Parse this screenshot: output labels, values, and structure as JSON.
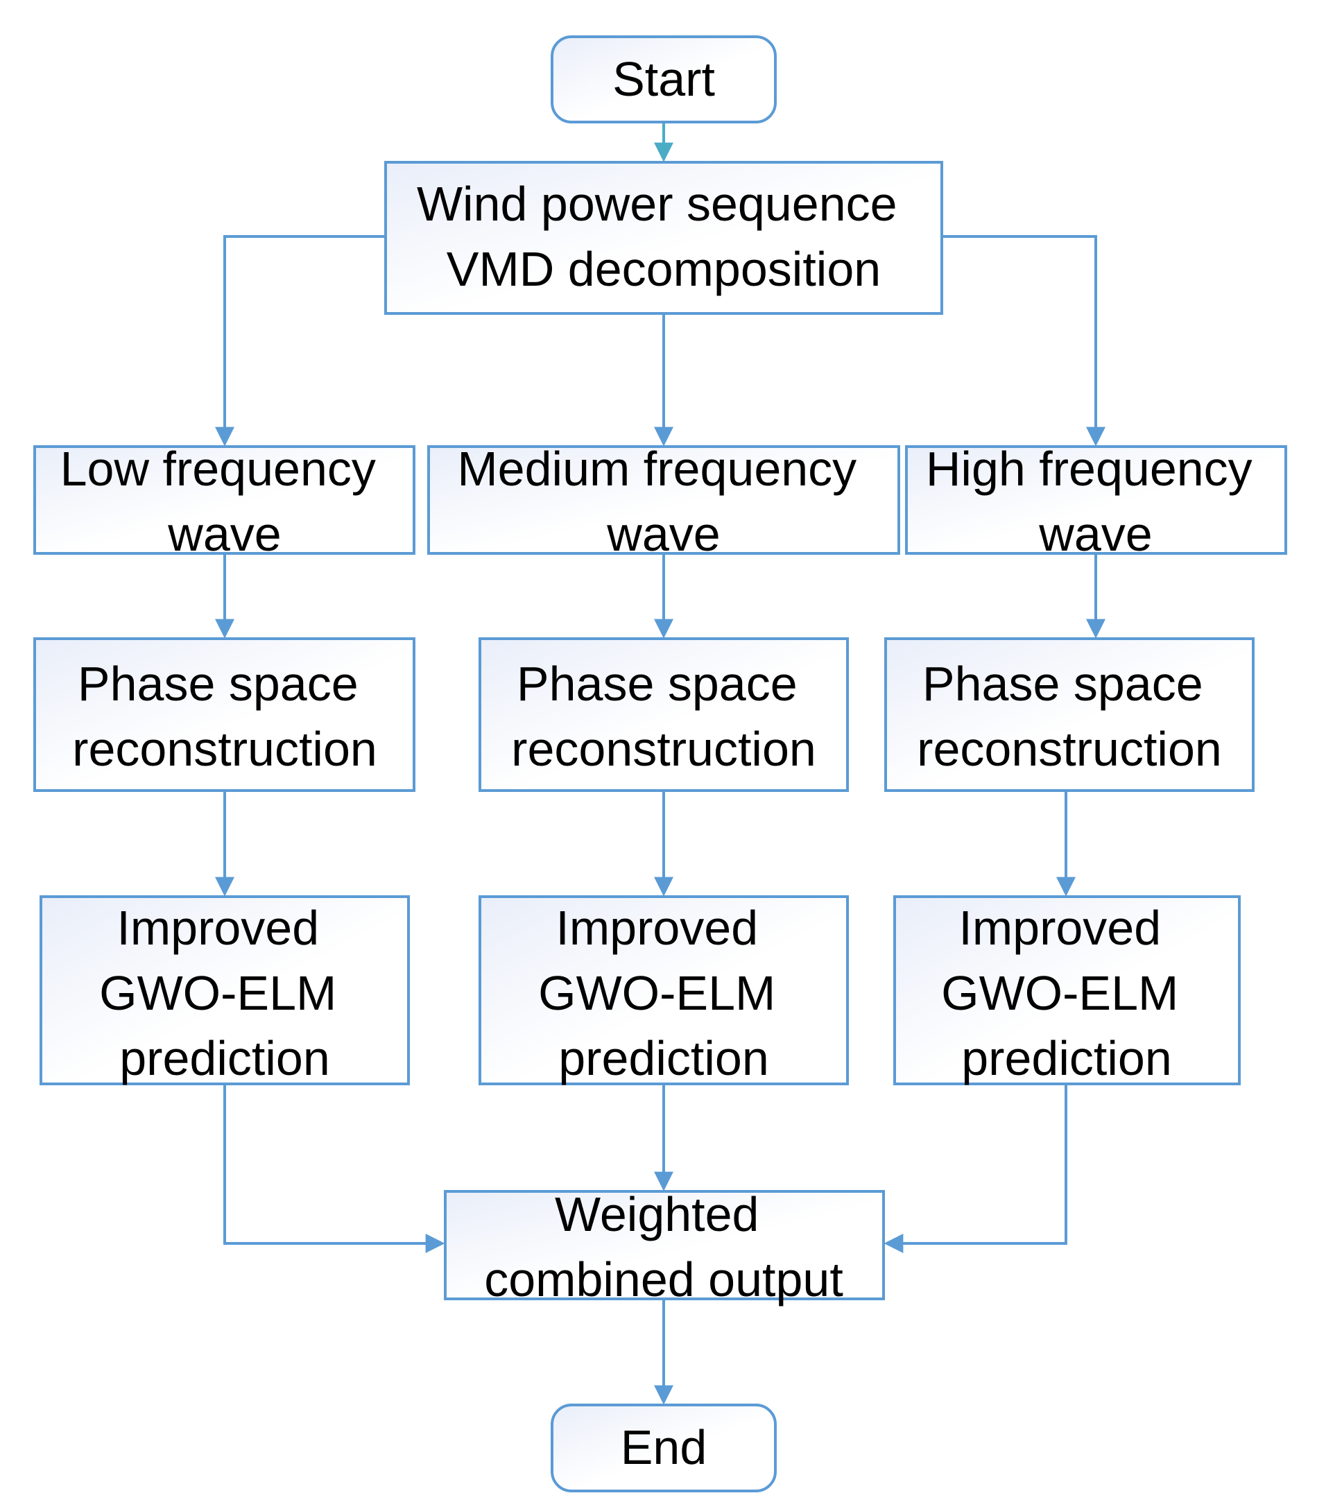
{
  "nodes": {
    "start": {
      "lines": [
        "Start"
      ]
    },
    "vmd": {
      "lines": [
        "Wind power sequence",
        "VMD decomposition"
      ]
    },
    "low_wave": {
      "lines": [
        "Low frequency",
        "wave"
      ]
    },
    "med_wave": {
      "lines": [
        "Medium frequency",
        "wave"
      ]
    },
    "high_wave": {
      "lines": [
        "High frequency",
        "wave"
      ]
    },
    "psr_low": {
      "lines": [
        "Phase space",
        "reconstruction"
      ]
    },
    "psr_med": {
      "lines": [
        "Phase space",
        "reconstruction"
      ]
    },
    "psr_high": {
      "lines": [
        "Phase space",
        "reconstruction"
      ]
    },
    "gwo_low": {
      "lines": [
        "Improved",
        "GWO-ELM",
        "prediction"
      ]
    },
    "gwo_med": {
      "lines": [
        "Improved",
        "GWO-ELM",
        "prediction"
      ]
    },
    "gwo_high": {
      "lines": [
        "Improved",
        "GWO-ELM",
        "prediction"
      ]
    },
    "combined": {
      "lines": [
        "Weighted",
        "combined output"
      ]
    },
    "end": {
      "lines": [
        "End"
      ]
    }
  },
  "colors": {
    "stroke": "#5b9bd5",
    "first_arrow": "#4bacc6",
    "fill_light": "#e9eef9",
    "fill_white": "#ffffff",
    "text": "#000000"
  }
}
